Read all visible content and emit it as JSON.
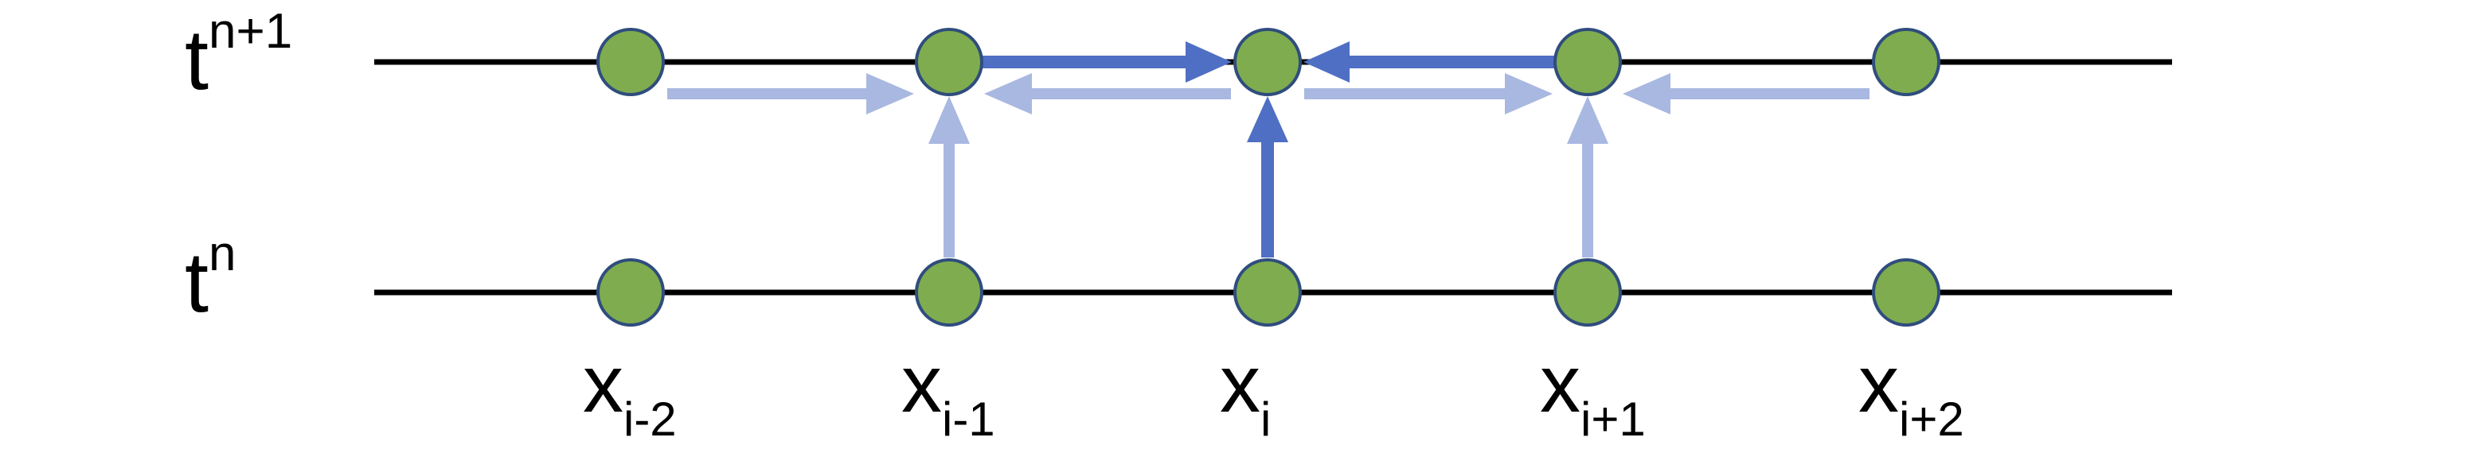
{
  "time_levels": [
    {
      "id": "upper",
      "base": "t",
      "sup": "n+1"
    },
    {
      "id": "lower",
      "base": "t",
      "sup": "n"
    }
  ],
  "space_points": [
    {
      "id": "im2",
      "base": "x",
      "sub": "i-2"
    },
    {
      "id": "im1",
      "base": "x",
      "sub": "i-1"
    },
    {
      "id": "i",
      "base": "x",
      "sub": "i"
    },
    {
      "id": "ip1",
      "base": "x",
      "sub": "i+1"
    },
    {
      "id": "ip2",
      "base": "x",
      "sub": "i+2"
    }
  ],
  "colors": {
    "line": "#000000",
    "node_fill": "#7fac4e",
    "node_stroke": "#2f4d7d",
    "arrow_strong": "#4f6fc4",
    "arrow_light": "#a9b8e0"
  },
  "dependencies": [
    {
      "from": "im1@upper",
      "to": "i@upper",
      "strength": "strong"
    },
    {
      "from": "ip1@upper",
      "to": "i@upper",
      "strength": "strong"
    },
    {
      "from": "i@lower",
      "to": "i@upper",
      "strength": "strong"
    },
    {
      "from": "im2@upper",
      "to": "im1@upper",
      "strength": "light"
    },
    {
      "from": "i@upper",
      "to": "im1@upper",
      "strength": "light"
    },
    {
      "from": "im1@lower",
      "to": "im1@upper",
      "strength": "light"
    },
    {
      "from": "i@upper",
      "to": "ip1@upper",
      "strength": "light"
    },
    {
      "from": "ip2@upper",
      "to": "ip1@upper",
      "strength": "light"
    },
    {
      "from": "ip1@lower",
      "to": "ip1@upper",
      "strength": "light"
    }
  ]
}
